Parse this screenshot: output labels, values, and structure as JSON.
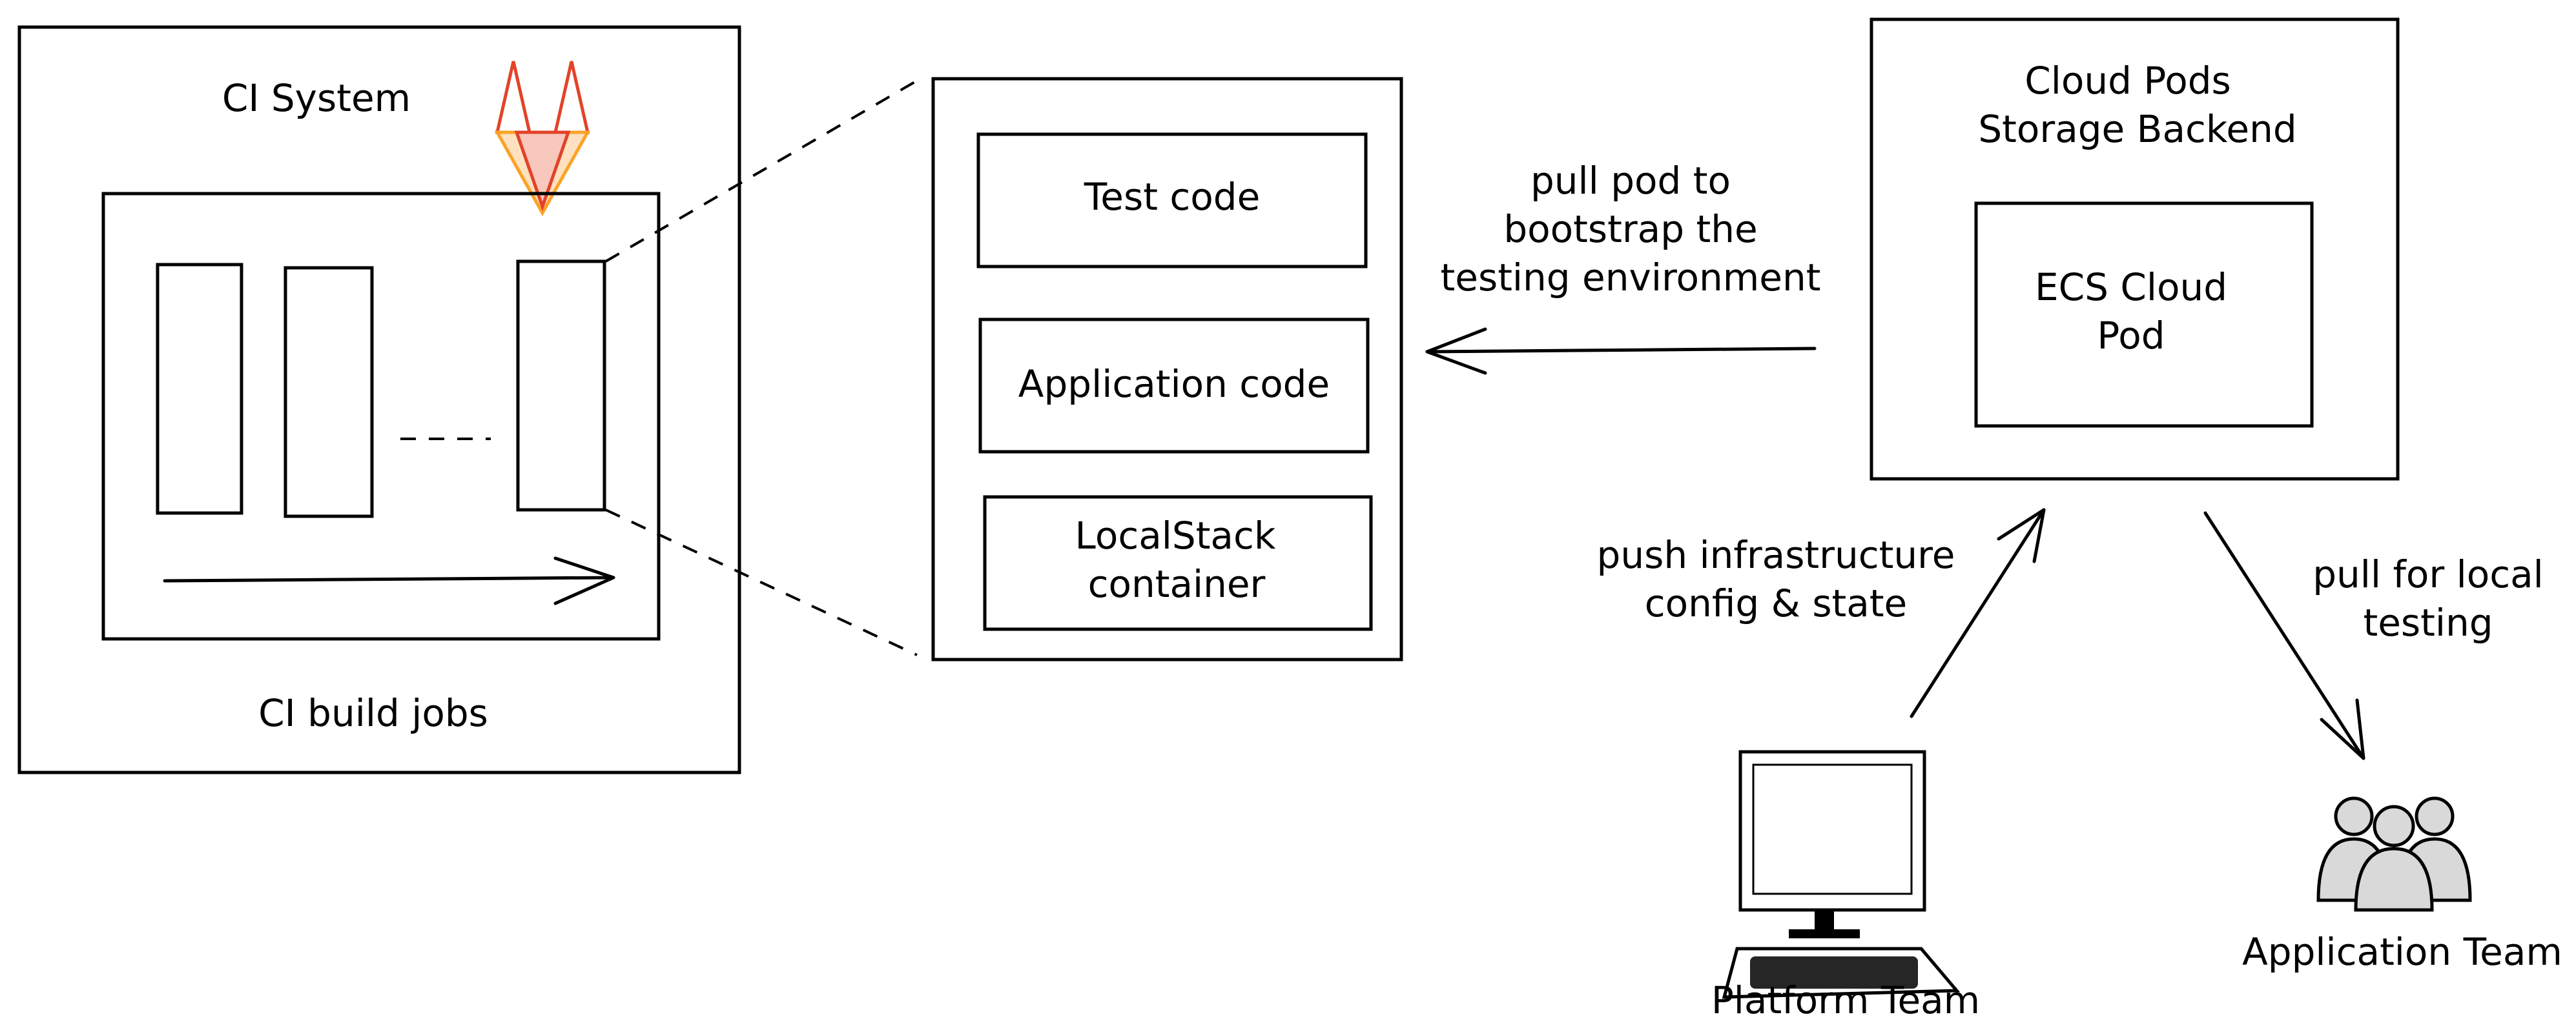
{
  "ci_system": {
    "title": "CI System",
    "logo_icon": "gitlab-logo",
    "jobs_label": "CI build jobs",
    "ellipsis": "- - -"
  },
  "container_stack": {
    "items": [
      {
        "label": "Test code"
      },
      {
        "label": "Application code"
      },
      {
        "label_line1": "LocalStack",
        "label_line2": "container"
      }
    ]
  },
  "storage_backend": {
    "title_line1": "Cloud Pods",
    "title_line2": "Storage Backend",
    "pod_line1": "ECS Cloud",
    "pod_line2": "Pod"
  },
  "arrows": {
    "pull_pod": [
      "pull pod to",
      "bootstrap the",
      "testing environment"
    ],
    "push_config": [
      "push infrastructure",
      "config & state"
    ],
    "pull_local": [
      "pull for local",
      "testing"
    ]
  },
  "actors": {
    "platform_team": "Platform Team",
    "application_team": "Application Team"
  },
  "colors": {
    "stroke": "#000000",
    "gitlab_red": "#e24329",
    "gitlab_orange": "#fca326",
    "people_fill": "#d9d9d9"
  }
}
